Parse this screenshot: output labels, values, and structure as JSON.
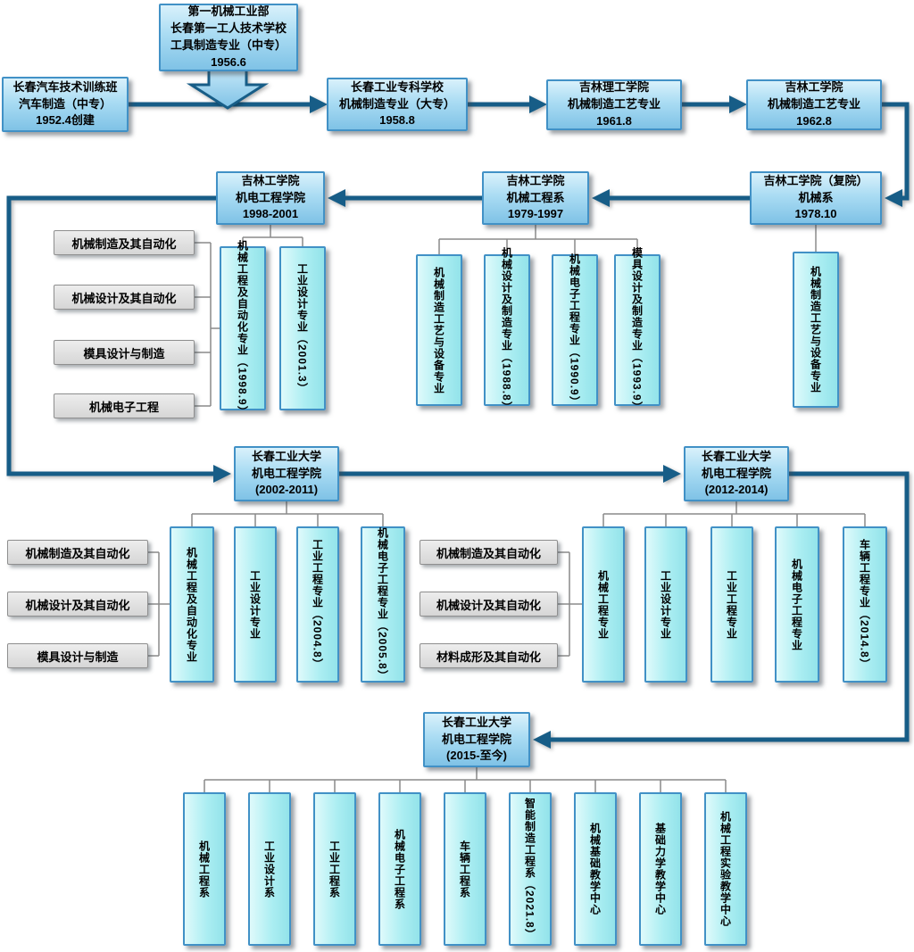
{
  "palette": {
    "arrow": "#175d87",
    "node_border": "#4191c6",
    "node_fill": "#9ed4ee",
    "major_fill": "#aceef2",
    "track_fill": "#dddddd"
  },
  "boxes": {
    "b1956": [
      "第一机械工业部",
      "长春第一工人技术学校",
      "工具制造专业（中专）",
      "1956.6"
    ],
    "b1952": [
      "长春汽车技术训练班",
      "汽车制造（中专）",
      "1952.4创建"
    ],
    "b1958": [
      "长春工业专科学校",
      "机械制造专业（大专）",
      "1958.8"
    ],
    "b1961": [
      "吉林理工学院",
      "机械制造工艺专业",
      "1961.8"
    ],
    "b1962": [
      "吉林工学院",
      "机械制造工艺专业",
      "1962.8"
    ],
    "b1978": [
      "吉林工学院（复院）",
      "机械系",
      "1978.10"
    ],
    "b1979": [
      "吉林工学院",
      "机械工程系",
      "1979-1997"
    ],
    "b1998": [
      "吉林工学院",
      "机电工程学院",
      "1998-2001"
    ],
    "b2002": [
      "长春工业大学",
      "机电工程学院",
      "(2002-2011)"
    ],
    "b2012": [
      "长春工业大学",
      "机电工程学院",
      "(2012-2014)"
    ],
    "b2015": [
      "长春工业大学",
      "机电工程学院",
      "(2015-至今)"
    ]
  },
  "majors": {
    "m1978": [
      "机械制造工艺与设备专业"
    ],
    "m1979": [
      "机械制造工艺与设备专业",
      "机械设计及制造专业（1988.8）",
      "机械电子工程专业（1990.9）",
      "模具设计及制造专业（1993.9）"
    ],
    "m1998": [
      "机械工程及自动化专业（1998.9）",
      "工业设计专业（2001.3）"
    ],
    "m2002": [
      "机械工程及自动化专业",
      "工业设计专业",
      "工业工程专业（2004.8）",
      "机械电子工程专业（2005.8）"
    ],
    "m2012": [
      "机械工程专业",
      "工业设计专业",
      "工业工程专业",
      "机械电子工程专业",
      "车辆工程专业（2014.8）"
    ],
    "m2015": [
      "机械工程系",
      "工业设计系",
      "工业工程系",
      "机械电子工程系",
      "车辆工程系",
      "智能制造工程系（2021.8）",
      "机械基础教学中心",
      "基础力学教学中心",
      "机械工程实验教学中心"
    ]
  },
  "tracks": {
    "g1998": [
      "机械制造及其自动化",
      "机械设计及其自动化",
      "模具设计与制造",
      "机械电子工程"
    ],
    "g2002": [
      "机械制造及其自动化",
      "机械设计及其自动化",
      "模具设计与制造"
    ],
    "g2012": [
      "机械制造及其自动化",
      "机械设计及其自动化",
      "材料成形及其自动化"
    ]
  }
}
